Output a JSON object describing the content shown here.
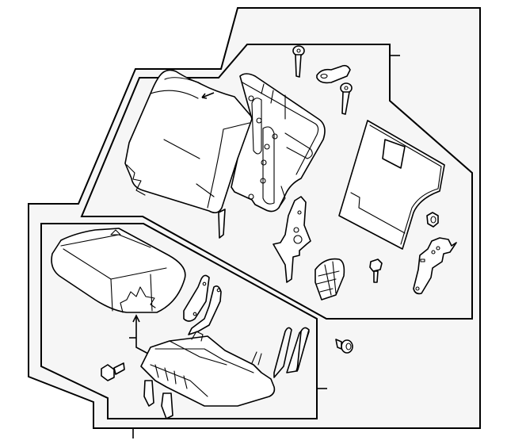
{
  "diagram": {
    "type": "exploded-parts-diagram",
    "subject": "seat assembly",
    "colors": {
      "background": "#ffffff",
      "group_fill": "#f6f6f6",
      "line": "#000000",
      "part_fill": "#ffffff"
    },
    "groups": [
      {
        "name": "seat-back-group"
      },
      {
        "name": "seat-cushion-group"
      }
    ],
    "parts": [
      {
        "name": "seat-back-cover"
      },
      {
        "name": "seat-back-frame"
      },
      {
        "name": "guide-pin-upper"
      },
      {
        "name": "hook-bracket"
      },
      {
        "name": "guide-pin-lower"
      },
      {
        "name": "back-panel"
      },
      {
        "name": "nut"
      },
      {
        "name": "hinge-bracket-right"
      },
      {
        "name": "bolt-small"
      },
      {
        "name": "recliner-cover"
      },
      {
        "name": "recliner-bracket"
      },
      {
        "name": "clip"
      },
      {
        "name": "seat-cushion-cover"
      },
      {
        "name": "side-support-left"
      },
      {
        "name": "seat-cushion-frame"
      },
      {
        "name": "headrest-guide"
      },
      {
        "name": "bolt-left"
      },
      {
        "name": "bolt-right"
      }
    ]
  }
}
